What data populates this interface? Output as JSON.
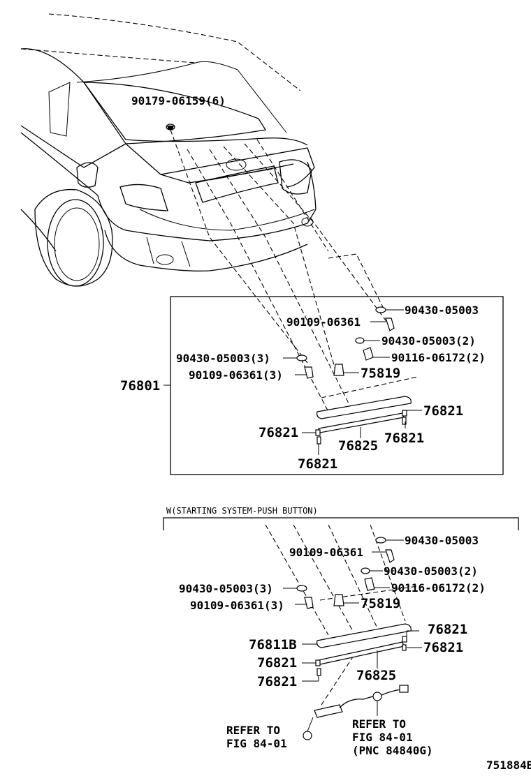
{
  "top": {
    "roof_clip": "90179-06159(6)",
    "assembly": "76801",
    "nut_a": "90430-05003",
    "screw_a": "90109-06361",
    "nut_b": "90430-05003(2)",
    "bolt": "90116-06172(2)",
    "nut_c": "90430-05003(3)",
    "screw_b": "90109-06361(3)",
    "clip": "75819",
    "pad_r1": "76821",
    "pad_r2": "76821",
    "pad_l1": "76821",
    "pad_l2": "76821",
    "strip": "76825"
  },
  "bottom": {
    "heading": "W(STARTING SYSTEM-PUSH BUTTON)",
    "nut_a": "90430-05003",
    "screw_a": "90109-06361",
    "nut_b": "90430-05003(2)",
    "bolt": "90116-06172(2)",
    "nut_c": "90430-05003(3)",
    "screw_b": "90109-06361(3)",
    "clip": "75819",
    "assembly": "76811B",
    "pad_r1": "76821",
    "pad_r2": "76821",
    "pad_l1": "76821",
    "pad_l2": "76821",
    "strip": "76825",
    "refer_left_1": "REFER TO",
    "refer_left_2": "FIG 84-01",
    "refer_right_1": "REFER TO",
    "refer_right_2": "FIG 84-01",
    "refer_right_3": "(PNC 84840G)"
  },
  "drawing_number": "751884B"
}
